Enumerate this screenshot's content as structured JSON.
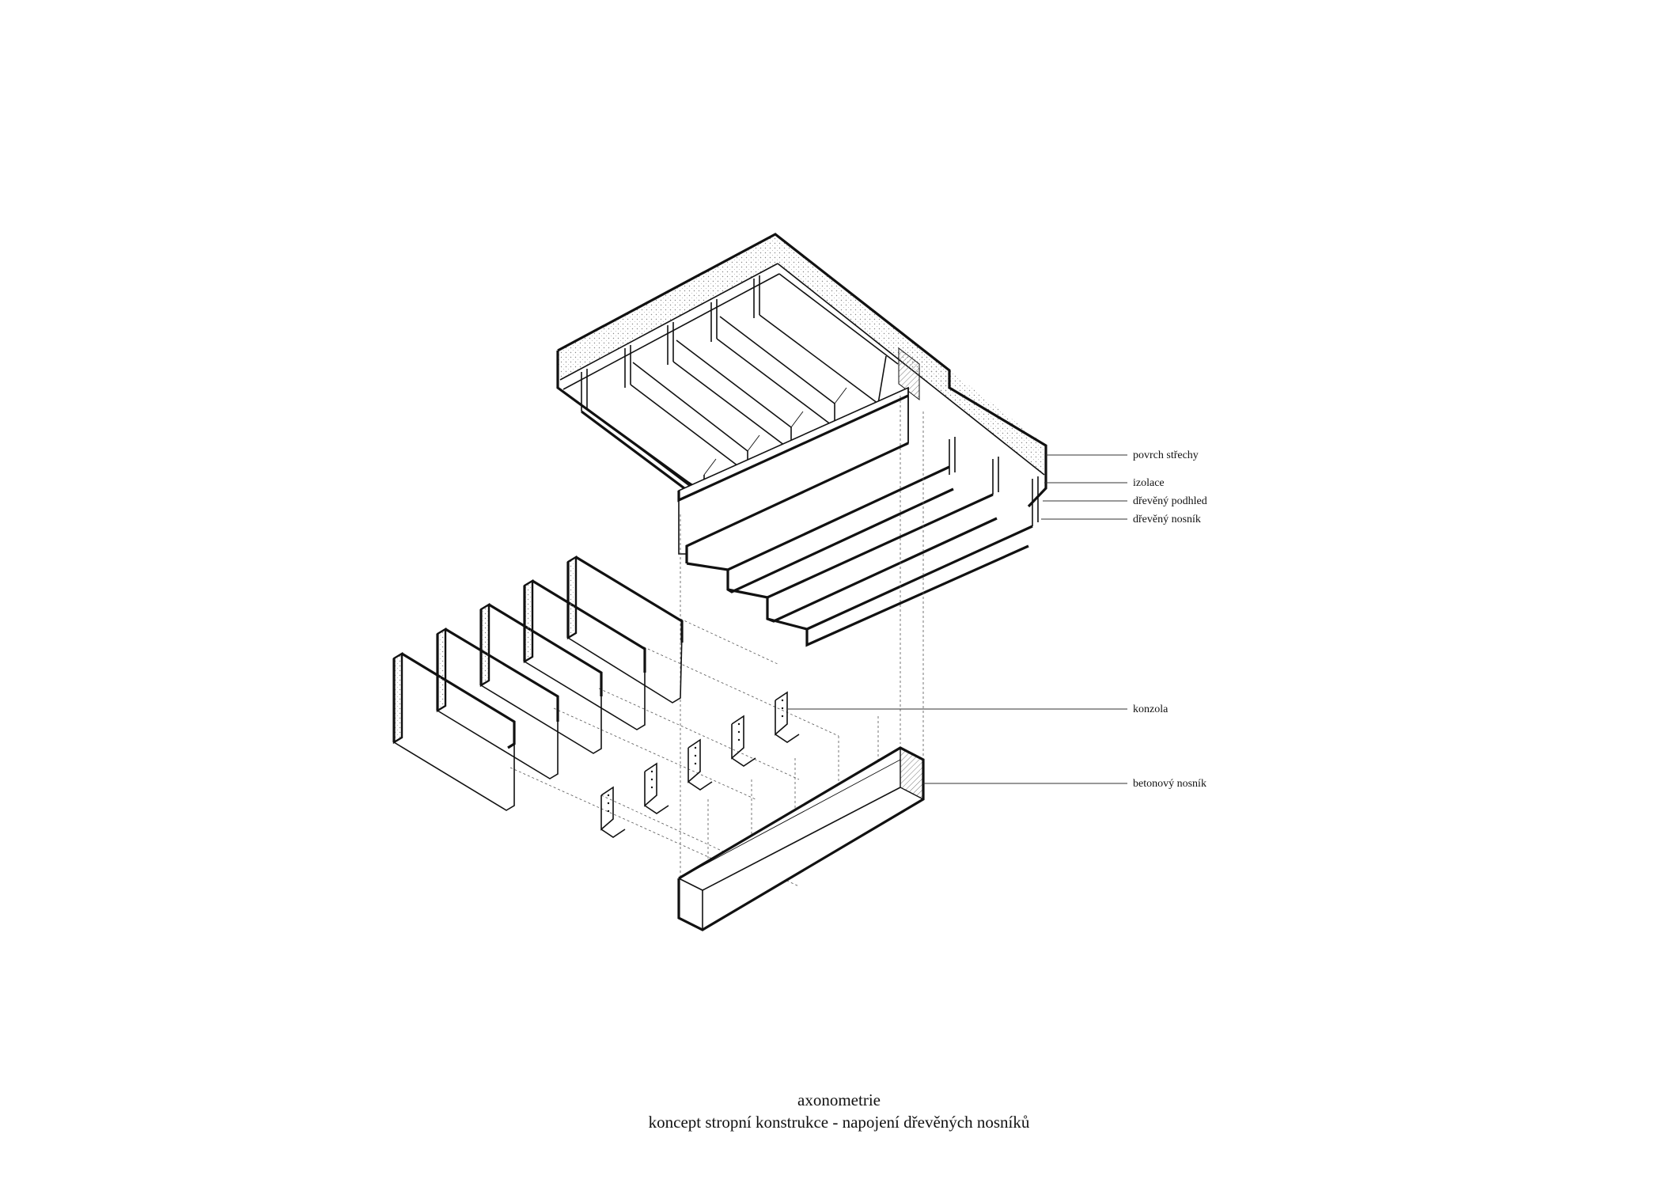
{
  "labels": {
    "roof_surface": "povrch střechy",
    "insulation": "izolace",
    "wood_soffit": "dřevěný podhled",
    "wood_beam": "dřevěný nosník",
    "bracket": "konzola",
    "concrete_beam": "betonový nosník"
  },
  "caption": {
    "line1": "axonometrie",
    "line2": "koncept stropní konstrukce - napojení dřevěných nosníků"
  },
  "colors": {
    "ink": "#111111",
    "hatch": "#777777",
    "background": "#ffffff"
  }
}
